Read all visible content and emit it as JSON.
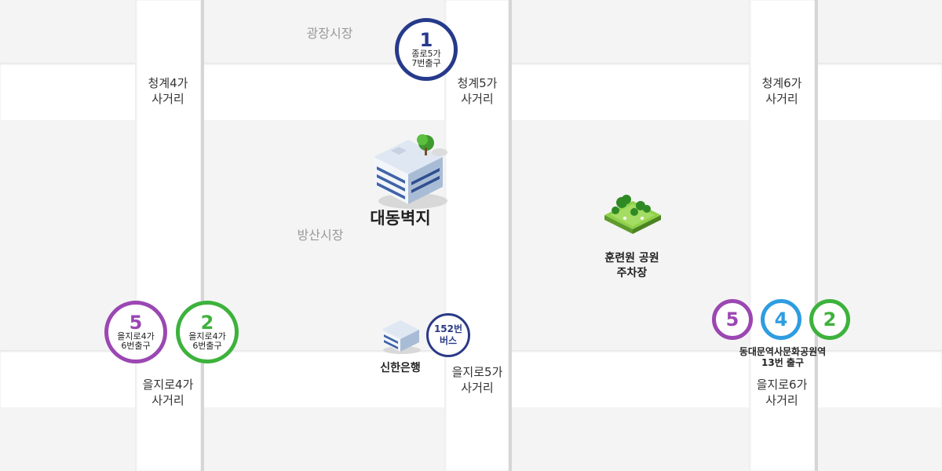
{
  "map": {
    "main_building": "대동벽지",
    "markets": [
      "광장시장",
      "방산시장"
    ],
    "intersections": {
      "cheonggye4": [
        "청계4가",
        "사거리"
      ],
      "cheonggye5": [
        "청계5가",
        "사거리"
      ],
      "cheonggye6": [
        "청계6가",
        "사거리"
      ],
      "euljiro4": [
        "을지로4가",
        "사거리"
      ],
      "euljiro5": [
        "을지로5가",
        "사거리"
      ],
      "euljiro6": [
        "을지로6가",
        "사거리"
      ]
    },
    "park": [
      "훈련원 공원",
      "주차장"
    ],
    "bank": "신한은행",
    "bus": [
      "152번",
      "버스"
    ],
    "exits": {
      "jongno5": {
        "line": "1",
        "lines": [
          "종로5가",
          "7번출구"
        ],
        "color": "#263a8b"
      },
      "euljiro4_6_line5": {
        "line": "5",
        "lines": [
          "을지로4가",
          "6번출구"
        ],
        "color": "#9b47b3"
      },
      "euljiro4_6_line2": {
        "line": "2",
        "lines": [
          "을지로4가",
          "6번출구"
        ],
        "color": "#3db23c"
      }
    },
    "ddp": {
      "lines": [
        {
          "line": "5",
          "color": "#9b47b3"
        },
        {
          "line": "4",
          "color": "#2e9de0"
        },
        {
          "line": "2",
          "color": "#3db23c"
        }
      ],
      "caption": [
        "동대문역사문화공원역",
        "13번 출구"
      ]
    }
  }
}
